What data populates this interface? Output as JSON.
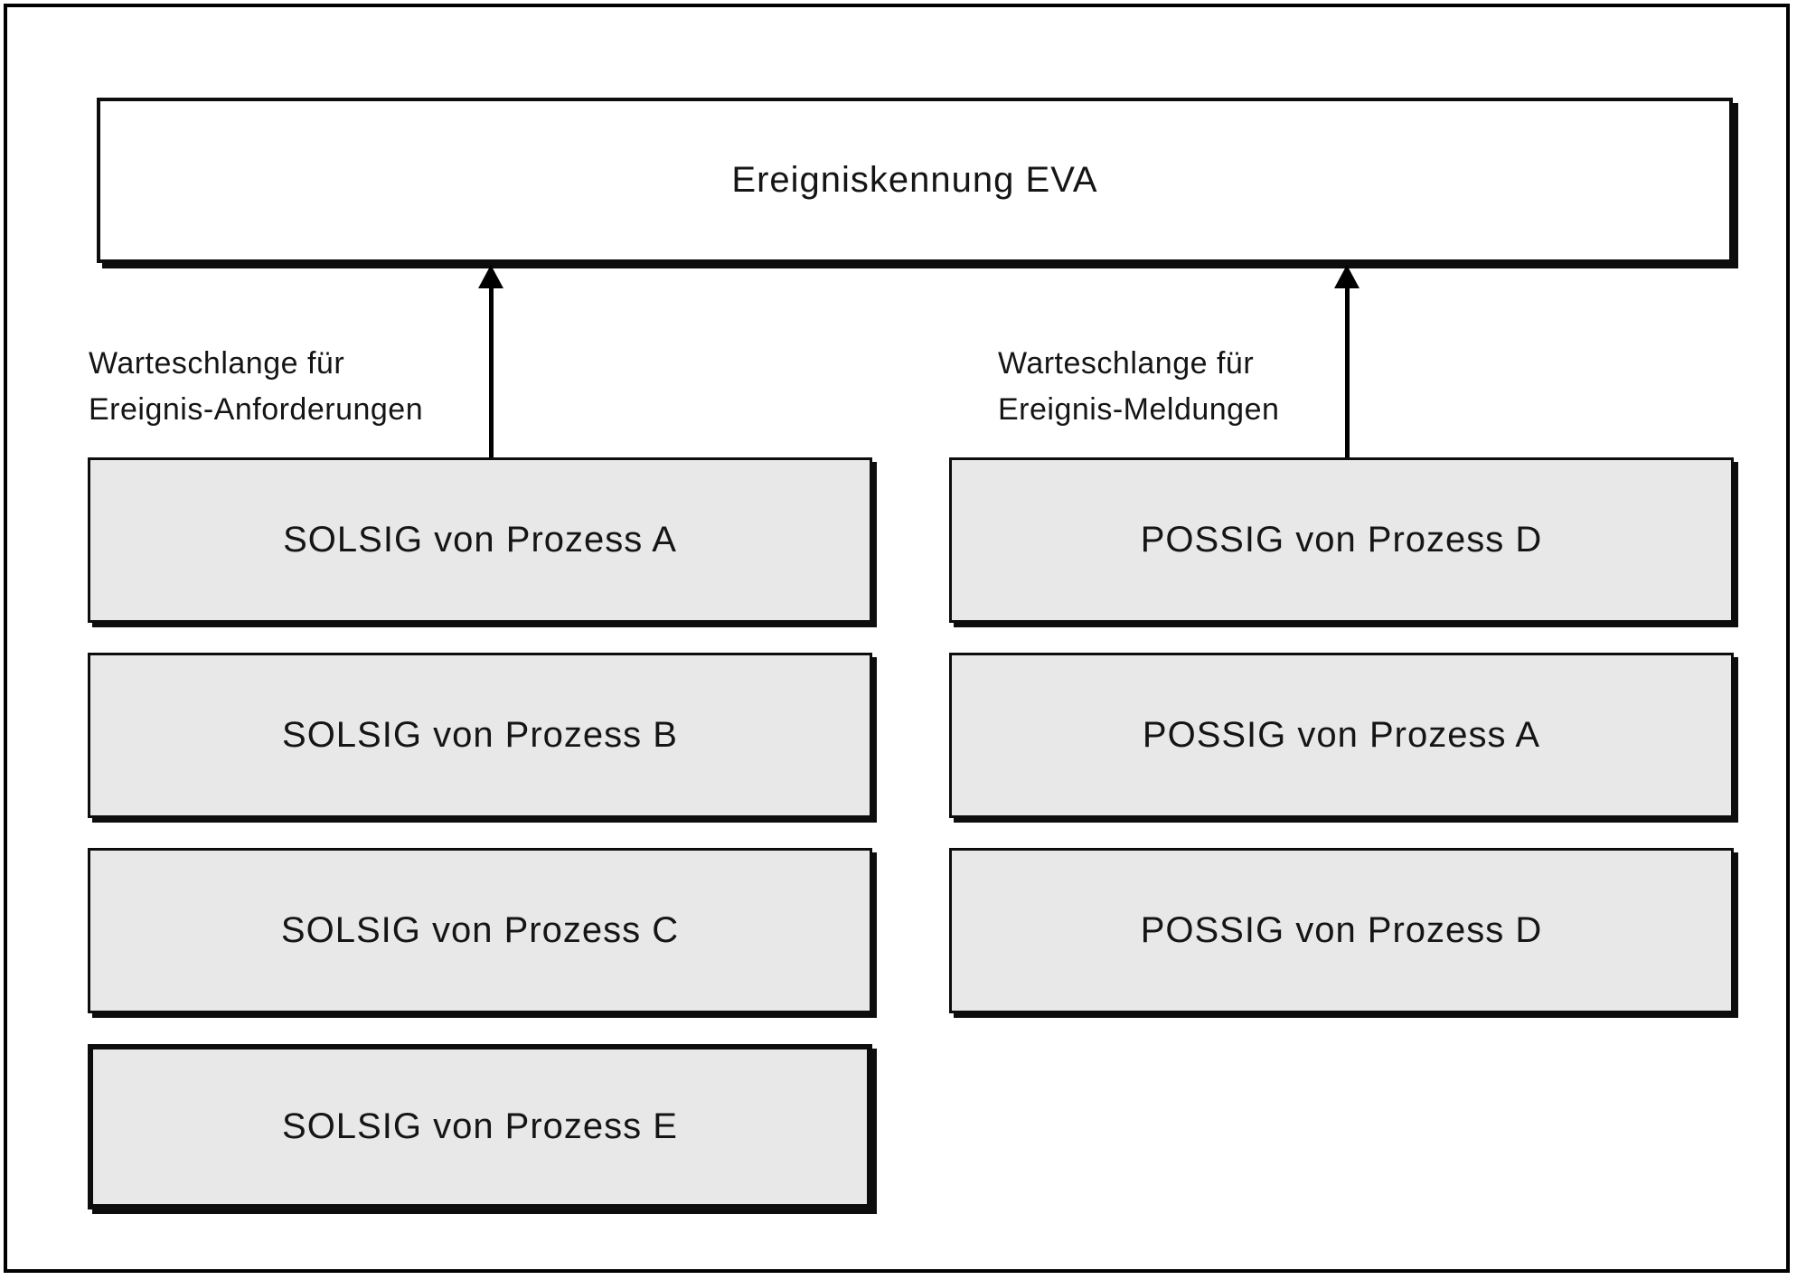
{
  "diagram": {
    "title_box": {
      "label": "Ereigniskennung EVA"
    },
    "left_queue": {
      "label_line1": "Warteschlange für",
      "label_line2": "Ereignis-Anforderungen",
      "items": [
        {
          "label": "SOLSIG von Prozess A"
        },
        {
          "label": "SOLSIG von Prozess B"
        },
        {
          "label": "SOLSIG von Prozess C"
        },
        {
          "label": "SOLSIG von Prozess E"
        }
      ]
    },
    "right_queue": {
      "label_line1": "Warteschlange für",
      "label_line2": "Ereignis-Meldungen",
      "items": [
        {
          "label": "POSSIG von Prozess D"
        },
        {
          "label": "POSSIG von Prozess A"
        },
        {
          "label": "POSSIG von Prozess D"
        }
      ]
    },
    "colors": {
      "box_fill": "#e8e8e8",
      "box_border": "#0d0d0d",
      "background": "#ffffff",
      "text": "#151515"
    }
  }
}
